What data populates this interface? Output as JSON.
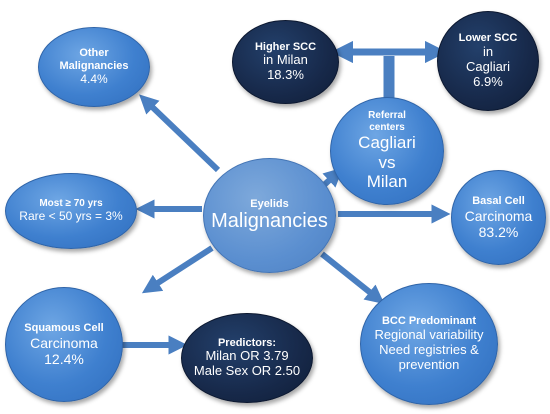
{
  "colors": {
    "arrow": "#4a7fc1",
    "blue_node": "#3f80cf",
    "navy_node": "#17294a",
    "center_node": "#5b8fd0"
  },
  "nodes": {
    "other_malignancies": {
      "line1": "Other",
      "line2": "Malignancies",
      "line3": "4.4%"
    },
    "higher_scc": {
      "line1": "Higher SCC",
      "line2": "in Milan",
      "line3": "18.3%"
    },
    "lower_scc": {
      "line1": "Lower SCC",
      "line2": "in",
      "line3": "Cagliari",
      "line4": "6.9%"
    },
    "referral": {
      "line1": "Referral",
      "line2": "centers",
      "line3": "Cagliari",
      "line4": "vs",
      "line5": "Milan"
    },
    "age": {
      "line1": "Most ≥ 70 yrs",
      "line2": "Rare < 50 yrs = 3%"
    },
    "center": {
      "line1": "Eyelids",
      "line2": "Malignancies"
    },
    "basal_cell": {
      "line1": "Basal Cell",
      "line2": "Carcinoma",
      "line3": "83.2%"
    },
    "squamous_cell": {
      "line1": "Squamous Cell",
      "line2": "Carcinoma",
      "line3": "12.4%"
    },
    "predictors": {
      "line1": "Predictors:",
      "line2": "Milan OR 3.79",
      "line3": "Male Sex OR 2.50"
    },
    "bcc_predominant": {
      "line1": "BCC Predominant",
      "line2": "Regional variability",
      "line3": "Need registries &",
      "line4": "prevention"
    }
  }
}
